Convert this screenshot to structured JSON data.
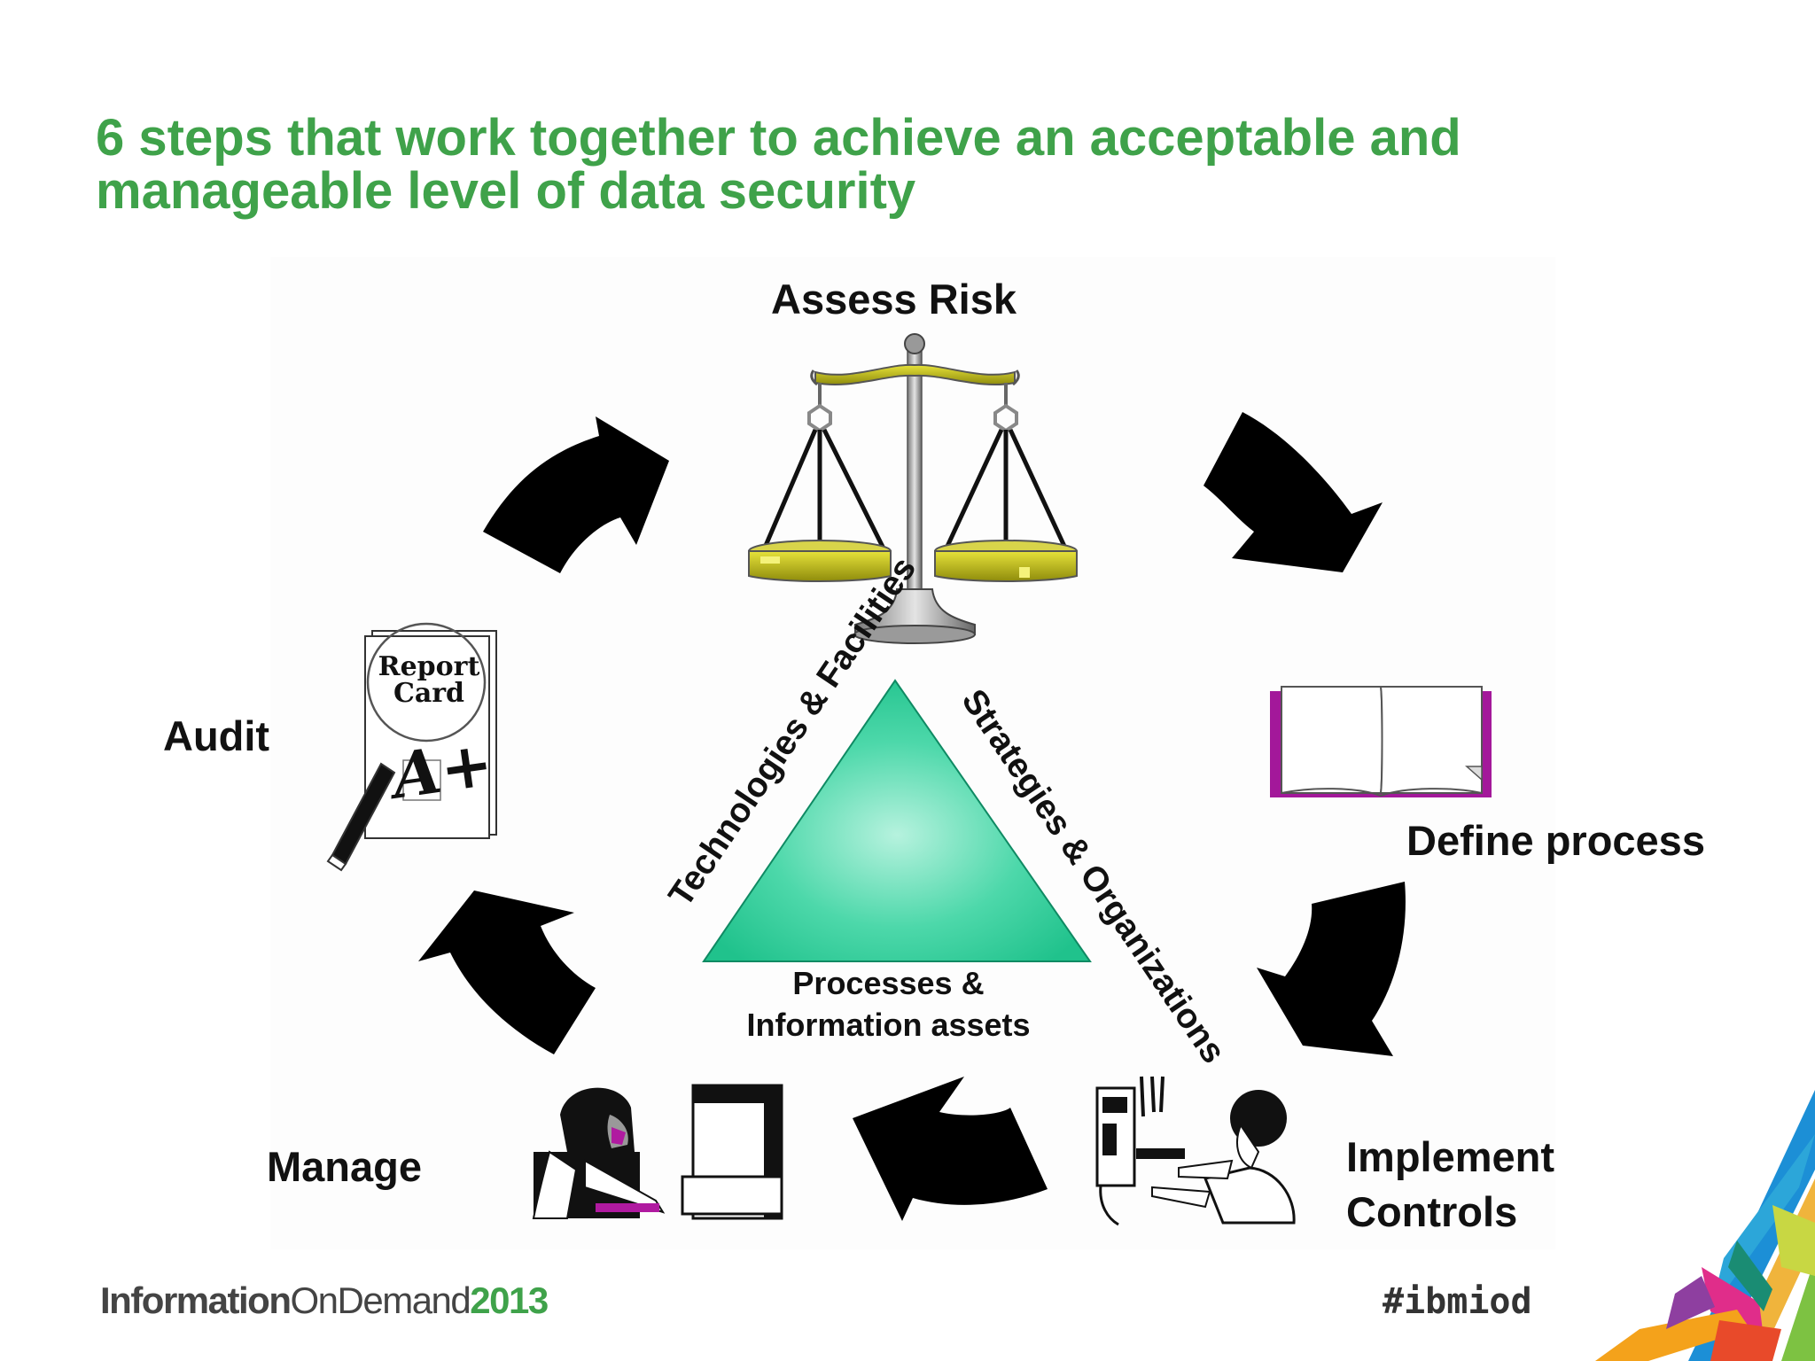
{
  "title": {
    "line1": "6 steps that work together to achieve an acceptable and",
    "line2": "manageable level of data security"
  },
  "steps": {
    "assess_risk": "Assess Risk",
    "define_process": "Define process",
    "implement_controls_line1": "Implement",
    "implement_controls_line2": "Controls",
    "manage": "Manage",
    "audit": "Audit"
  },
  "triangle": {
    "left_side": "Technologies & Facilities",
    "right_side": "Strategies & Organizations",
    "bottom_line1": "Processes &",
    "bottom_line2": "Information assets"
  },
  "report_card": {
    "line1": "Report",
    "line2": "Card",
    "grade": "A+"
  },
  "footer": {
    "brand_part1": "Information",
    "brand_part2": "OnDemand",
    "brand_part3": "2013",
    "hashtag": "#ibmiod"
  },
  "colors": {
    "title_green": "#3fa24a",
    "triangle_teal": "#2fcf9a",
    "scale_gold": "#b8b414",
    "book_magenta": "#a3189a"
  }
}
